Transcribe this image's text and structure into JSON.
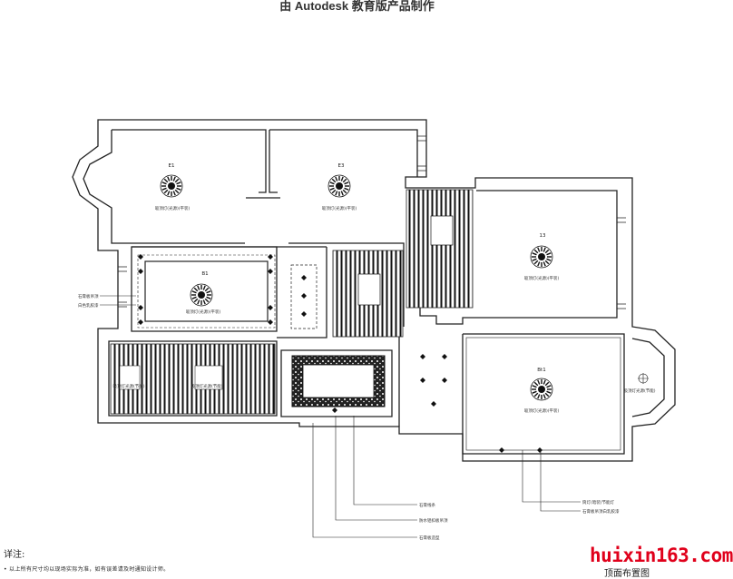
{
  "header": {
    "text": "由 Autodesk 教育版产品制作"
  },
  "rooms": {
    "bed_left_num": "E1",
    "bed_mid_num": "E3",
    "bed_right_num": "13",
    "living_num": "Bt1",
    "dining_num": "B1",
    "lamp_label": "吸顶灯(光源)(平装)",
    "lamp_label_alt": "吸顶灯光源(节能)"
  },
  "left_labels": [
    "石膏板吊顶",
    "白色乳胶漆"
  ],
  "callouts_bottom": [
    "石膏线条",
    "防水铝扣板吊顶",
    "石膏板造型"
  ],
  "callouts_right": [
    "筒灯(暗装)节能灯",
    "石膏板吊顶白乳胶漆"
  ],
  "notes": {
    "title": "详注:",
    "line": "• 以上所有尺寸均以现场实际为准，如有误差请及时通知设计师。"
  },
  "drawing_title": "顶面布置图",
  "watermark": "huixin163.com"
}
